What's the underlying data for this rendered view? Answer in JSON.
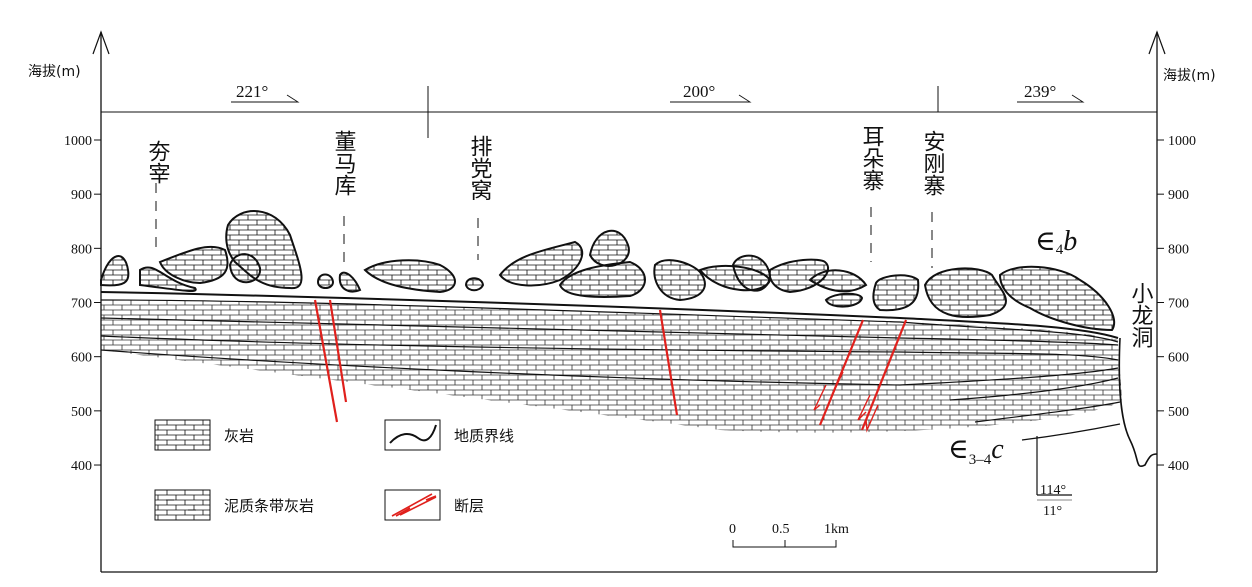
{
  "axis": {
    "left_label": "海拔(m)",
    "right_label": "海拔(m)",
    "ticks": [
      1000,
      900,
      800,
      700,
      600,
      500,
      400
    ]
  },
  "bearings": [
    "221°",
    "200°",
    "239°"
  ],
  "places": [
    {
      "name": "夯宰"
    },
    {
      "name": "董马库"
    },
    {
      "name": "排党窝"
    },
    {
      "name": "耳朵寨"
    },
    {
      "name": "安刚寨"
    },
    {
      "name": "小龙洞"
    }
  ],
  "formations": {
    "upper": {
      "symbol": "∈",
      "sub": "4",
      "letter": "b"
    },
    "lower": {
      "symbol": "∈",
      "sub": "3–4",
      "letter": "c"
    }
  },
  "attitude": {
    "dip_direction": "114°",
    "dip_angle": "11°"
  },
  "legend": {
    "limestone": "灰岩",
    "banded_limestone": "泥质条带灰岩",
    "boundary": "地质界线",
    "fault": "断层"
  },
  "scale_bar": {
    "labels": [
      "0",
      "0.5",
      "1km"
    ]
  },
  "colors": {
    "fault": "#e0201c",
    "line": "#111111"
  }
}
